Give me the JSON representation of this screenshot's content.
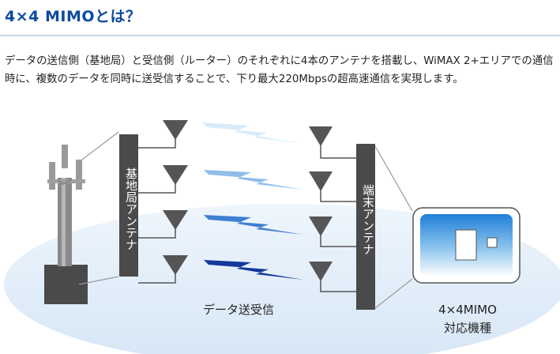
{
  "heading": "4×4 MIMOとは？",
  "intro_text": "データの送信側（基地局）と受信側（ルーター）のそれぞれに4本のアンテナを搭載し、WiMAX 2+エリアでの通信時に、複数のデータを同時に送受信することで、下り最大220Mbpsの超高速通信を実現します。",
  "diagram": {
    "base_antenna_label": "基地局アンテナ",
    "terminal_antenna_label": "端末アンテナ",
    "data_label": "データ送受信",
    "device_label_line1": "4×4MIMO",
    "device_label_line2": "対応機種",
    "colors": {
      "ellipse": "#dce9f7",
      "post": "#4a4a4a",
      "antenna": "#555555",
      "bolt_1": "#d8ecfa",
      "bolt_2": "#7fb3e8",
      "bolt_3": "#3f7fcf",
      "bolt_4": "#13399a",
      "device_screen": "#3d9be3"
    }
  }
}
